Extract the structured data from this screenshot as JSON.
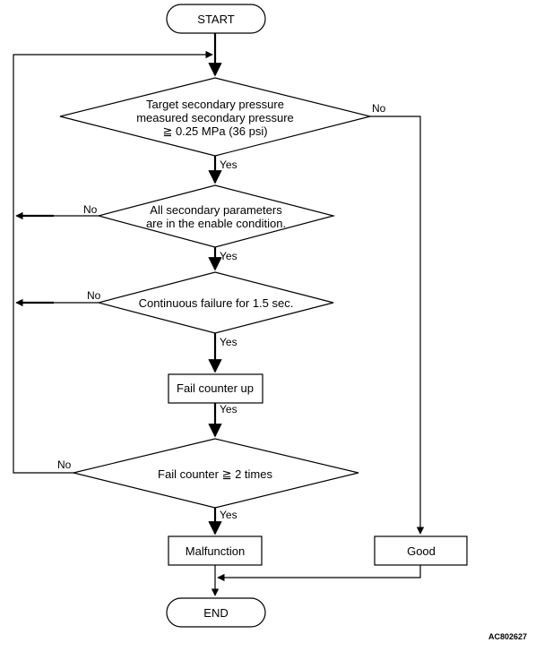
{
  "start": "START",
  "end": "END",
  "decision1": [
    "Target secondary pressure",
    "measured secondary pressure",
    "≧ 0.25 MPa (36 psi)"
  ],
  "decision2": [
    "All secondary parameters",
    "are in the enable condition."
  ],
  "decision3": "Continuous failure for 1.5 sec.",
  "process_fail_counter_up": "Fail counter up",
  "decision4": "Fail counter ≧ 2 times",
  "process_malfunction": "Malfunction",
  "process_good": "Good",
  "label_yes": "Yes",
  "label_no": "No",
  "figure_code": "AC802627"
}
